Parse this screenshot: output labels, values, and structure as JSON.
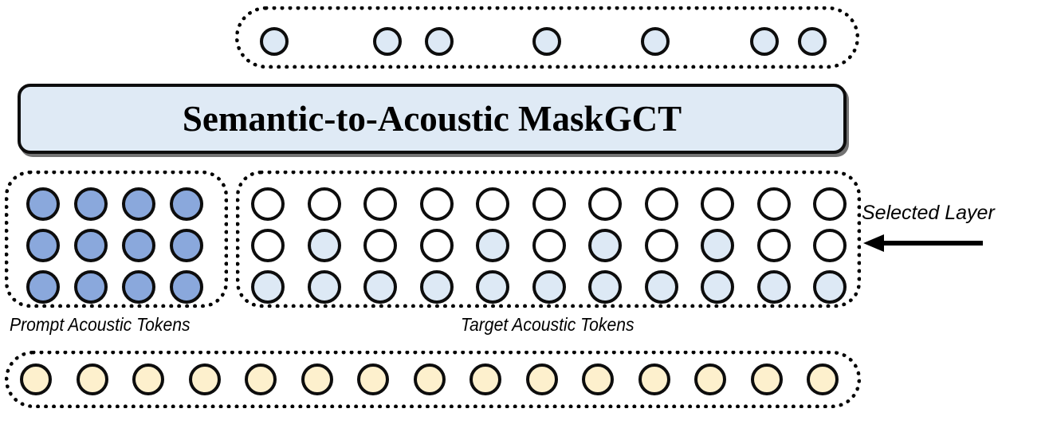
{
  "diagram": {
    "title": "Semantic-to-Acoustic MaskGCT",
    "model_block": {
      "label": "Semantic-to-Acoustic MaskGCT",
      "fill_color": "#dfeaf5",
      "border_color": "#0d0d0d"
    },
    "captions": {
      "prompt": "Prompt Acoustic Tokens",
      "target": "Target Acoustic Tokens",
      "selected_layer": "Selected Layer"
    },
    "colors": {
      "semantic_token": "#dde9f5",
      "prompt_token": "#8aa8dc",
      "target_filled_token": "#dde9f5",
      "target_empty_token": "#ffffff",
      "text_token": "#fdf0cd",
      "outline": "#0d0d0d",
      "model_fill": "#dfeaf5"
    },
    "semantic_row": {
      "name": "semantic-tokens",
      "count": 7,
      "fill": "#dde9f5",
      "positions": [
        0.035,
        0.225,
        0.312,
        0.492,
        0.675,
        0.858,
        0.938
      ]
    },
    "prompt_grid": {
      "name": "prompt-acoustic-tokens",
      "rows": 3,
      "cols": 4,
      "fill": "#8aa8dc",
      "values": [
        [
          1,
          1,
          1,
          1
        ],
        [
          1,
          1,
          1,
          1
        ],
        [
          1,
          1,
          1,
          1
        ]
      ]
    },
    "target_grid": {
      "name": "target-acoustic-tokens",
      "rows": 3,
      "cols": 11,
      "filled_fill": "#dde9f5",
      "empty_fill": "#ffffff",
      "values": [
        [
          0,
          0,
          0,
          0,
          0,
          0,
          0,
          0,
          0,
          0,
          0
        ],
        [
          0,
          1,
          0,
          0,
          1,
          0,
          1,
          0,
          1,
          0,
          0
        ],
        [
          1,
          1,
          1,
          1,
          1,
          1,
          1,
          1,
          1,
          1,
          1
        ]
      ]
    },
    "text_row": {
      "name": "text-tokens",
      "count": 15,
      "fill": "#fdf0cd"
    },
    "selected_layer_annotation": {
      "label": "Selected Layer",
      "arrow_direction": "left",
      "points_to_row": 2
    }
  }
}
